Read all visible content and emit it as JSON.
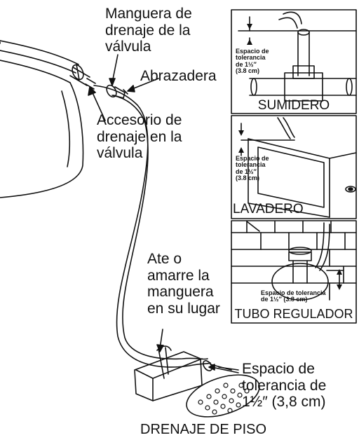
{
  "labels": {
    "valve_hose": "Manguera de\ndrenaje de la\nválvula",
    "clamp": "Abrazadera",
    "valve_fitting": "Accesorio de\ndrenaje en la\nválvula",
    "tie_hose": "Ate o\namarre la\nmanguera\nen su lugar",
    "floor_gap": "Espacio de\ntolerancia de\n1½″ (3,8 cm)",
    "floor_drain": "DRENAJE DE PISO"
  },
  "panels": {
    "sump": {
      "name": "SUMIDERO",
      "gap_note": "Espacio de\ntolerancia\nde 1½″\n(3.8 cm)"
    },
    "laundry": {
      "name": "LAVADERO",
      "gap_note": "Espacio de\ntolerancia\nde 1½″\n(3.8 cm)"
    },
    "standpipe": {
      "name": "TUBO REGULADOR",
      "gap_note": "Espacio de tolerancia\nde 1½″ (3.8 cm)"
    }
  },
  "colors": {
    "line": "#111111",
    "background": "#ffffff"
  }
}
